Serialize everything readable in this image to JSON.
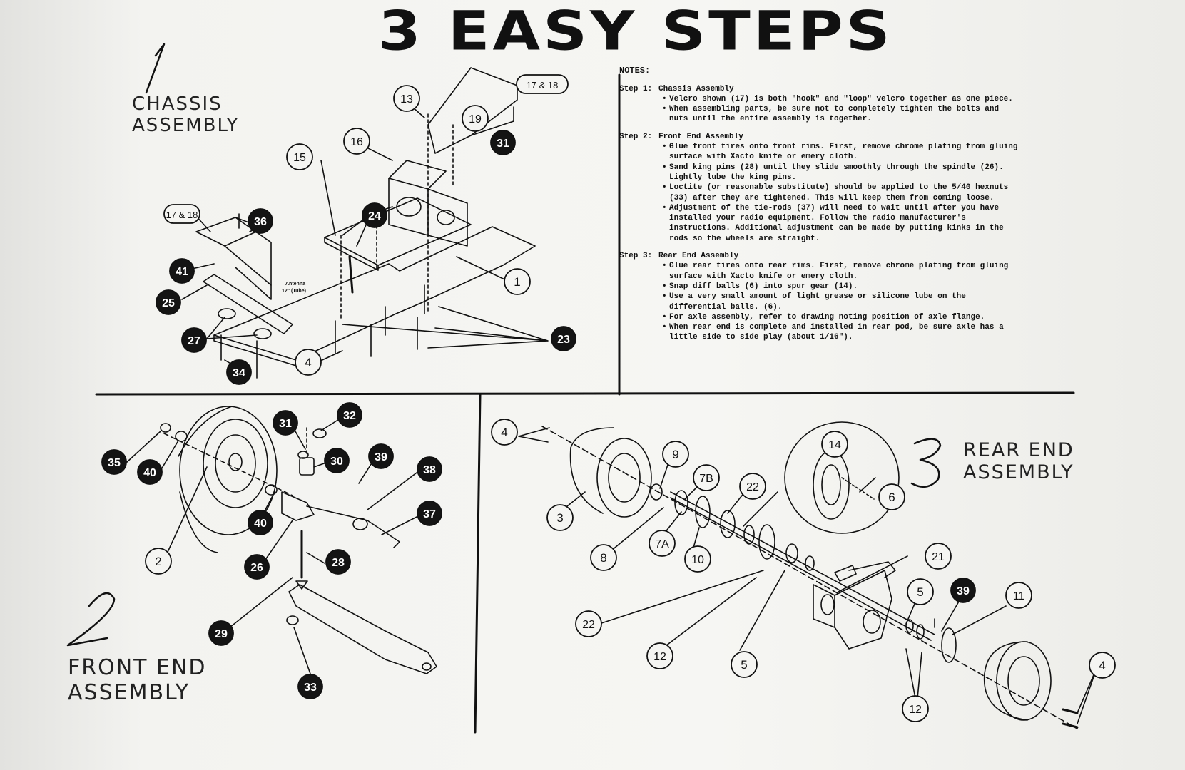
{
  "title": "3 EASY STEPS",
  "steps": {
    "chassis": {
      "number": "1",
      "label_line1": "CHASSIS",
      "label_line2": "ASSEMBLY"
    },
    "front": {
      "number": "2",
      "label_line1": "FRONT END",
      "label_line2": "ASSEMBLY"
    },
    "rear": {
      "number": "3",
      "label_line1": "REAR END",
      "label_line2": "ASSEMBLY"
    }
  },
  "antenna_label": {
    "line1": "Antenna",
    "line2": "12\" (Tube)"
  },
  "notes": {
    "heading": "NOTES:",
    "sections": [
      {
        "tag": "Step 1:",
        "title": "Chassis Assembly",
        "items": [
          "Velcro shown (17) is both \"hook\" and \"loop\" velcro together as one piece.",
          "When assembling parts, be sure not to completely tighten the bolts and nuts until the entire assembly is together."
        ]
      },
      {
        "tag": "Step 2:",
        "title": "Front End Assembly",
        "items": [
          "Glue front tires onto front rims. First, remove chrome plating from gluing surface with Xacto knife or emery cloth.",
          "Sand king pins (28) until they slide smoothly through the spindle (26). Lightly lube the king pins.",
          "Loctite (or reasonable substitute) should be applied to the 5/40 hexnuts (33) after they are tightened. This will keep them from coming loose.",
          "Adjustment of the tie-rods (37) will need to wait until after you have installed your radio equipment. Follow the radio manufacturer's instructions. Additional adjustment can be made by putting kinks in the rods so the wheels are straight."
        ]
      },
      {
        "tag": "Step 3:",
        "title": "Rear End Assembly",
        "items": [
          "Glue rear tires onto rear rims. First, remove chrome plating from gluing surface with Xacto knife or emery cloth.",
          "Snap diff balls (6) into spur gear (14).",
          "Use a very small amount of light grease or silicone lube on the differential balls. (6).",
          "For axle assembly, refer to drawing noting position of axle flange.",
          "When rear end is complete and installed in rear pod, be sure axle has a little side to side play (about 1/16\")."
        ]
      }
    ]
  },
  "callouts": {
    "chassis": [
      "17 & 18",
      "13",
      "19",
      "31",
      "16",
      "15",
      "17 & 18",
      "36",
      "24",
      "41",
      "1",
      "25",
      "27",
      "23",
      "4",
      "34"
    ],
    "front": [
      "35",
      "40",
      "31",
      "32",
      "30",
      "39",
      "38",
      "37",
      "40",
      "2",
      "26",
      "28",
      "29",
      "33"
    ],
    "rear": [
      "4",
      "9",
      "14",
      "6",
      "7B",
      "22",
      "3",
      "8",
      "7A",
      "10",
      "21",
      "22",
      "39",
      "11",
      "5",
      "12",
      "5",
      "12",
      "4"
    ]
  }
}
